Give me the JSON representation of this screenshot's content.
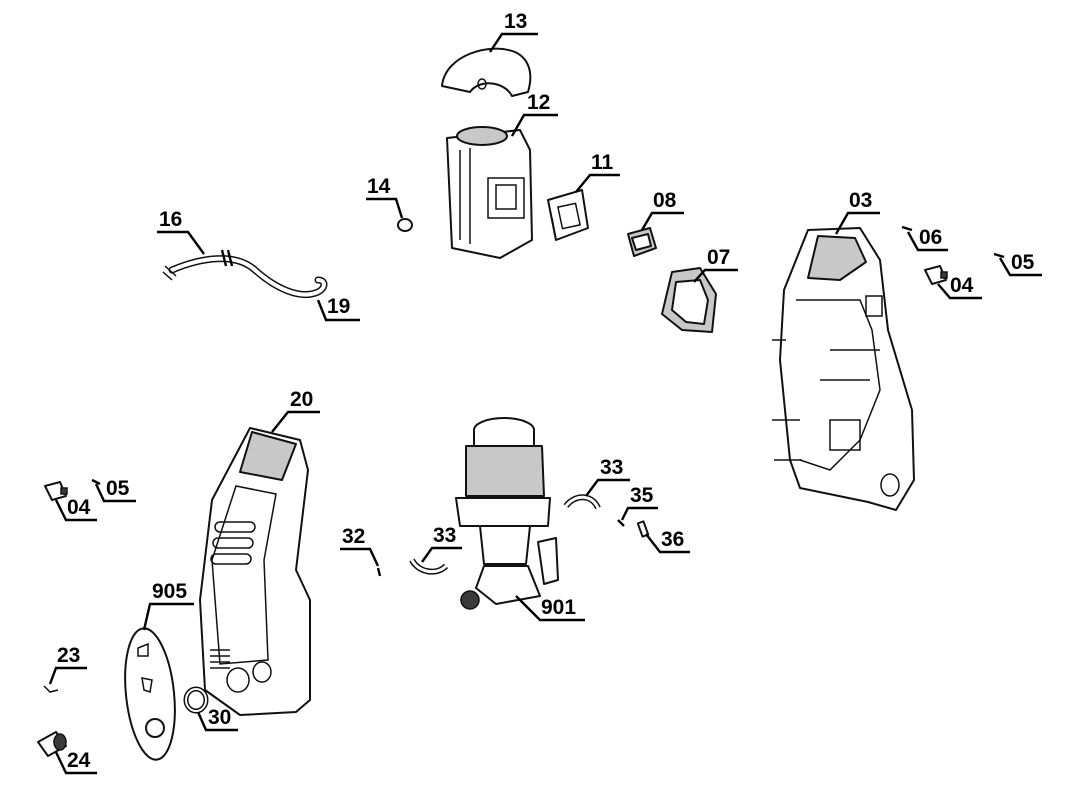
{
  "callouts": {
    "c13": "13",
    "c12": "12",
    "c11": "11",
    "c14": "14",
    "c08": "08",
    "c16": "16",
    "c19": "19",
    "c07": "07",
    "c03": "03",
    "c06": "06",
    "c05a": "05",
    "c04a": "04",
    "c20": "20",
    "c33a": "33",
    "c35": "35",
    "c36": "36",
    "c05b": "05",
    "c04b": "04",
    "c32": "32",
    "c33b": "33",
    "c901": "901",
    "c905": "905",
    "c23": "23",
    "c30": "30",
    "c24": "24"
  }
}
